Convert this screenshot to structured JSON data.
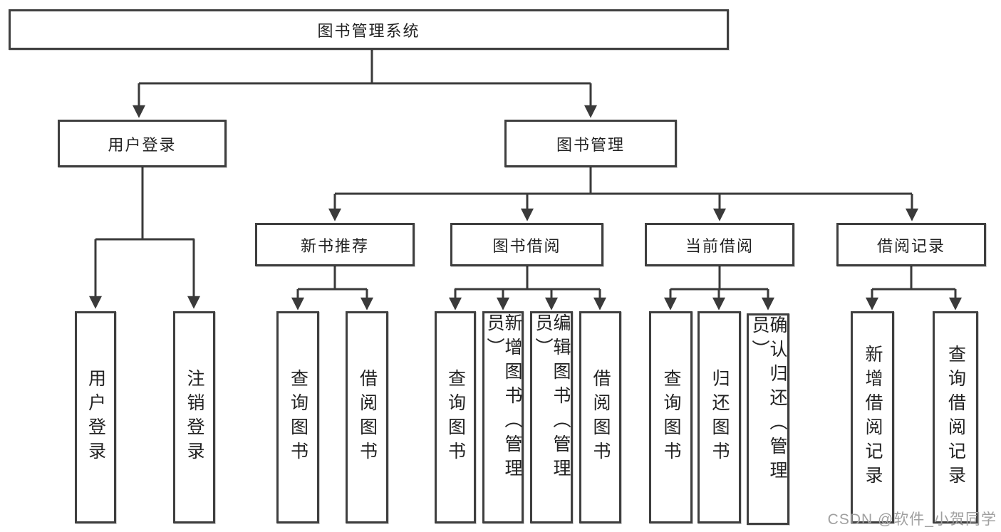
{
  "diagram": {
    "root": {
      "label": "图书管理系统"
    },
    "level2": [
      {
        "label": "用户登录",
        "parent": "图书管理系统"
      },
      {
        "label": "图书管理",
        "parent": "图书管理系统"
      }
    ],
    "level3": [
      {
        "label": "新书推荐",
        "parent": "图书管理"
      },
      {
        "label": "图书借阅",
        "parent": "图书管理"
      },
      {
        "label": "当前借阅",
        "parent": "图书管理"
      },
      {
        "label": "借阅记录",
        "parent": "图书管理"
      }
    ],
    "leaves": [
      {
        "label": "用户登录",
        "parent": "用户登录"
      },
      {
        "label": "注销登录",
        "parent": "用户登录"
      },
      {
        "label": "查询图书",
        "parent": "新书推荐"
      },
      {
        "label": "借阅图书",
        "parent": "新书推荐"
      },
      {
        "label": "查询图书",
        "parent": "图书借阅"
      },
      {
        "label": "新增图书（管理员）",
        "parent": "图书借阅"
      },
      {
        "label": "编辑图书（管理员）",
        "parent": "图书借阅"
      },
      {
        "label": "借阅图书",
        "parent": "图书借阅"
      },
      {
        "label": "查询图书",
        "parent": "当前借阅"
      },
      {
        "label": "归还图书",
        "parent": "当前借阅"
      },
      {
        "label": "确认归还（管理员）",
        "parent": "当前借阅"
      },
      {
        "label": "新增借阅记录",
        "parent": "借阅记录"
      },
      {
        "label": "查询借阅记录",
        "parent": "借阅记录"
      }
    ]
  },
  "watermark": {
    "text": "CSDN @软件_小贺同学"
  },
  "colors": {
    "line": "#3a3a3a",
    "box_border": "#3f3f3f",
    "text": "#222222",
    "watermark": "#a0a0a0",
    "background": "#ffffff"
  }
}
